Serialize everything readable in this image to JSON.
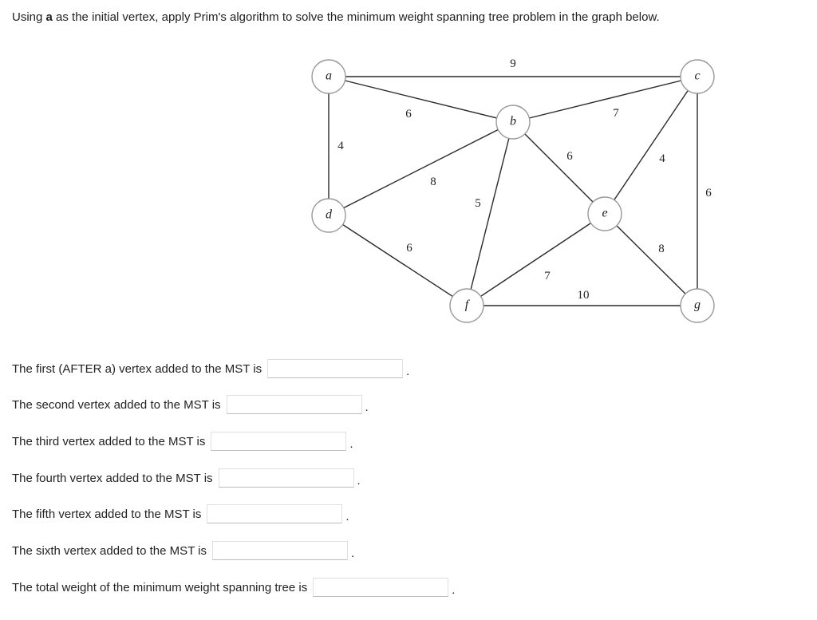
{
  "question": {
    "prefix": "Using ",
    "vertex": "a",
    "suffix": " as the initial vertex, apply Prim's algorithm to solve the minimum weight spanning tree problem in the graph below."
  },
  "graph": {
    "vertices": [
      {
        "id": "a",
        "label": "a"
      },
      {
        "id": "b",
        "label": "b"
      },
      {
        "id": "c",
        "label": "c"
      },
      {
        "id": "d",
        "label": "d"
      },
      {
        "id": "e",
        "label": "e"
      },
      {
        "id": "f",
        "label": "f"
      },
      {
        "id": "g",
        "label": "g"
      }
    ],
    "edges": [
      {
        "from": "a",
        "to": "c",
        "weight": "9"
      },
      {
        "from": "a",
        "to": "b",
        "weight": "6"
      },
      {
        "from": "a",
        "to": "d",
        "weight": "4"
      },
      {
        "from": "b",
        "to": "c",
        "weight": "7"
      },
      {
        "from": "d",
        "to": "b",
        "weight": "8"
      },
      {
        "from": "b",
        "to": "f",
        "weight": "5"
      },
      {
        "from": "b",
        "to": "e",
        "weight": "6"
      },
      {
        "from": "e",
        "to": "c",
        "weight": "4"
      },
      {
        "from": "c",
        "to": "g",
        "weight": "6"
      },
      {
        "from": "d",
        "to": "f",
        "weight": "6"
      },
      {
        "from": "f",
        "to": "e",
        "weight": "7"
      },
      {
        "from": "f",
        "to": "g",
        "weight": "10"
      },
      {
        "from": "e",
        "to": "g",
        "weight": "8"
      }
    ]
  },
  "rows": [
    {
      "label": "The first (AFTER a) vertex added to the MST is",
      "value": "",
      "period": "."
    },
    {
      "label": "The second vertex added to the MST is",
      "value": "",
      "period": "."
    },
    {
      "label": "The third vertex added to the MST is",
      "value": "",
      "period": "."
    },
    {
      "label": "The fourth vertex added to the MST is",
      "value": "",
      "period": "."
    },
    {
      "label": "The fifth vertex added to the MST is",
      "value": "",
      "period": "."
    },
    {
      "label": "The sixth vertex added to the MST is",
      "value": "",
      "period": "."
    },
    {
      "label": "The total weight of the minimum weight spanning tree is",
      "value": "",
      "period": "."
    }
  ]
}
